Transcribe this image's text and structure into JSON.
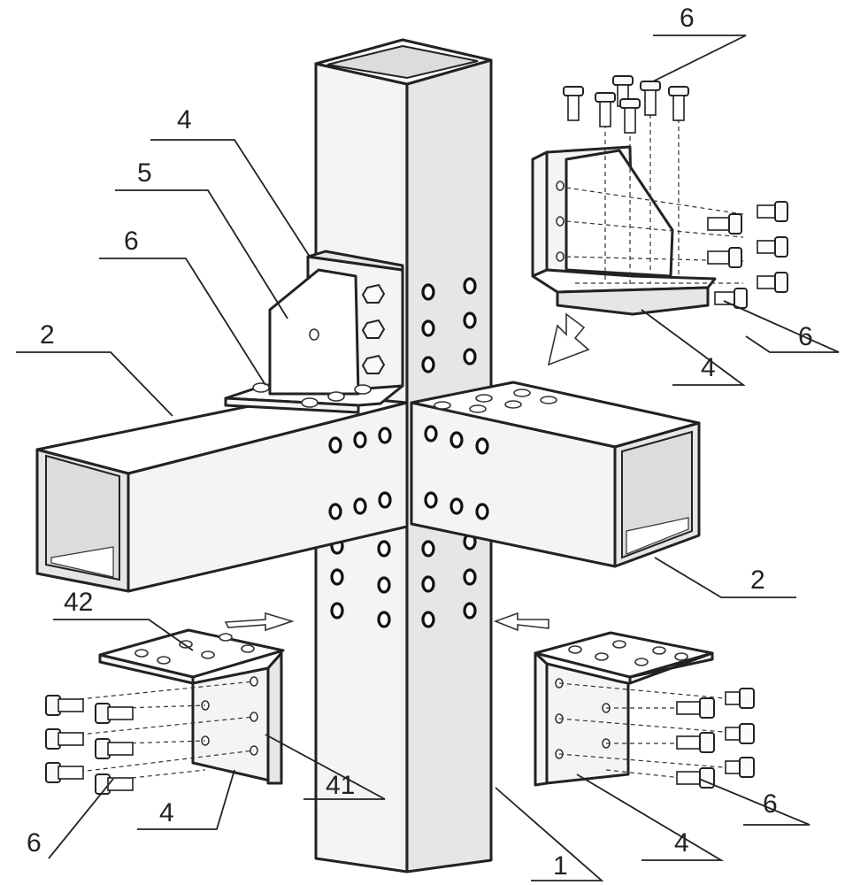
{
  "labels": {
    "column": "1",
    "beam": "2",
    "connector": "4",
    "stiffener": "5",
    "bolt": "6",
    "horizontal_plate": "42",
    "vertical_plate": "41"
  },
  "colors": {
    "line": "#222222",
    "face_light": "#f4f4f4",
    "face_shade": "#e6e6e6",
    "background": "#ffffff"
  }
}
